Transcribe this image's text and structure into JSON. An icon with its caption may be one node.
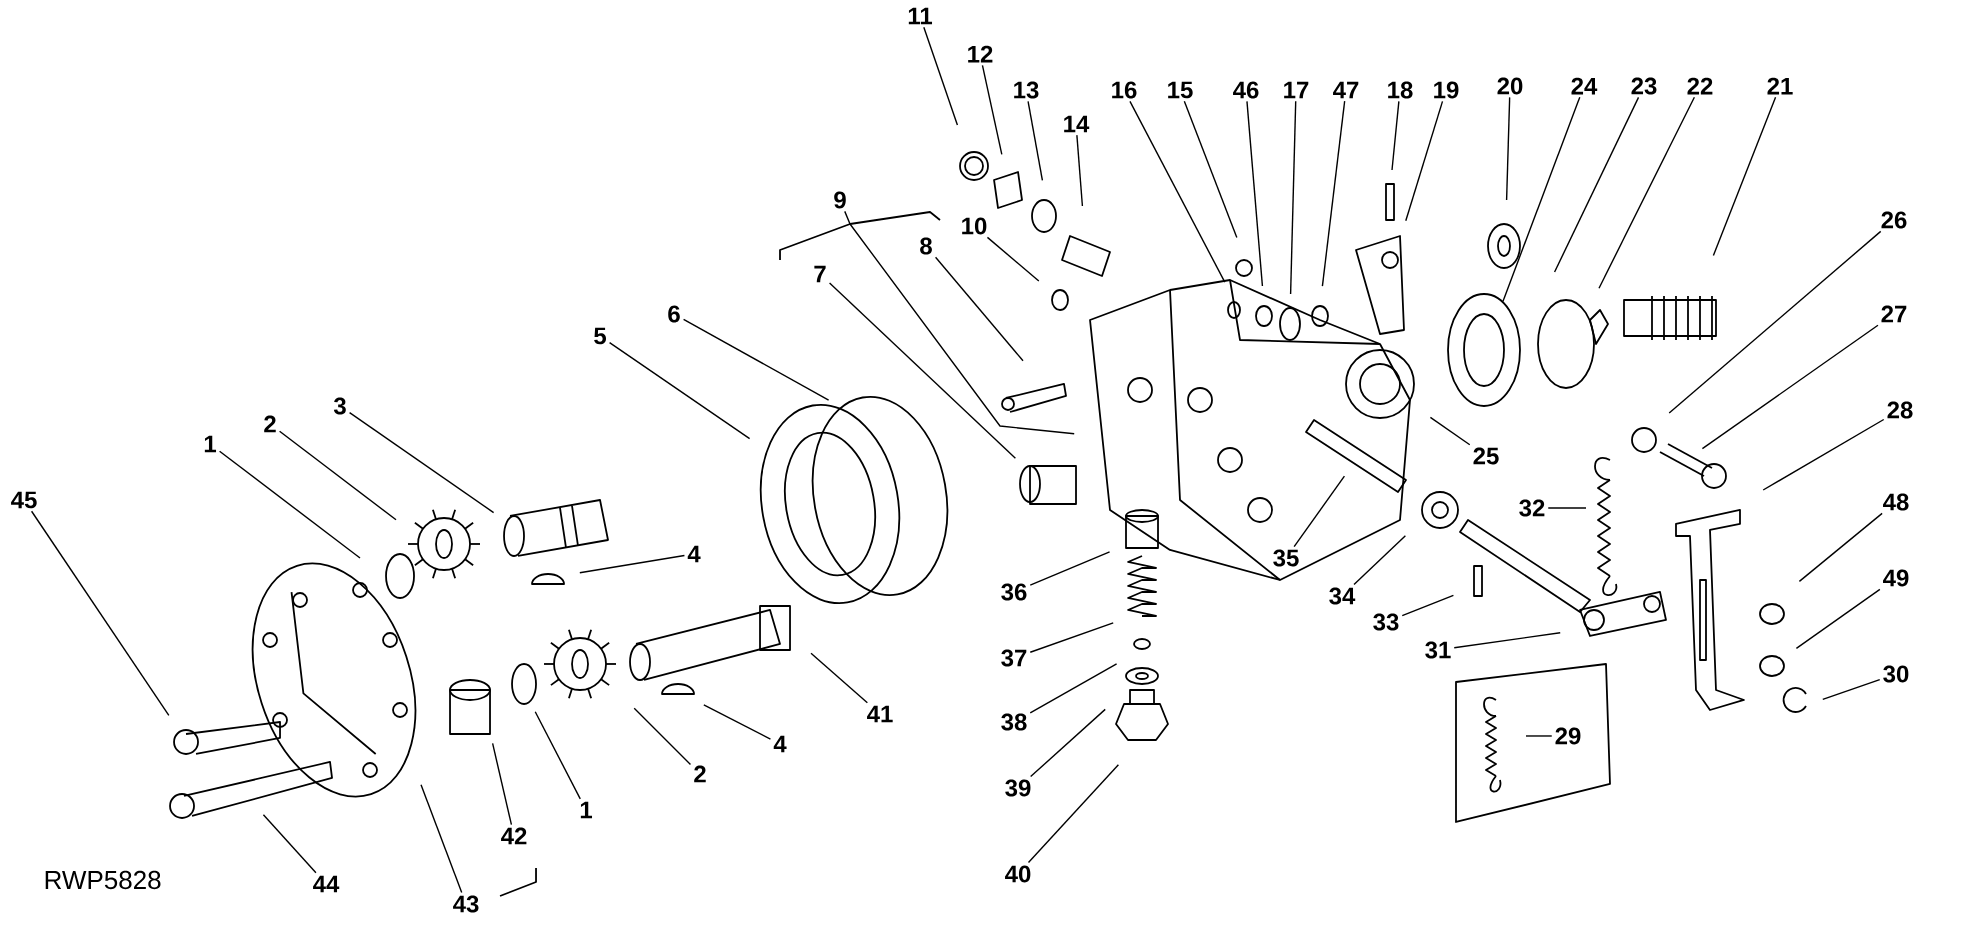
{
  "diagram": {
    "nodes": [
      {
        "text": [
          "11"
        ]
      },
      {
        "text": [
          "12"
        ]
      },
      {
        "text": [
          "13"
        ]
      },
      {
        "text": [
          "14"
        ]
      },
      {
        "text": [
          "16"
        ]
      },
      {
        "text": [
          "15"
        ]
      },
      {
        "text": [
          "46"
        ]
      },
      {
        "text": [
          "17"
        ]
      },
      {
        "text": [
          "47"
        ]
      },
      {
        "text": [
          "18"
        ]
      },
      {
        "text": [
          "19"
        ]
      },
      {
        "text": [
          "20"
        ]
      },
      {
        "text": [
          "24"
        ]
      },
      {
        "text": [
          "23"
        ]
      },
      {
        "text": [
          "22"
        ]
      },
      {
        "text": [
          "21"
        ]
      },
      {
        "text": [
          "9"
        ]
      },
      {
        "text": [
          "10"
        ]
      },
      {
        "text": [
          "8"
        ]
      },
      {
        "text": [
          "7"
        ]
      },
      {
        "text": [
          "6"
        ]
      },
      {
        "text": [
          "5"
        ]
      },
      {
        "text": [
          "26"
        ]
      },
      {
        "text": [
          "27"
        ]
      },
      {
        "text": [
          "3"
        ]
      },
      {
        "text": [
          "2"
        ]
      },
      {
        "text": [
          "1"
        ]
      },
      {
        "text": [
          "28"
        ]
      },
      {
        "text": [
          "25"
        ]
      },
      {
        "text": [
          "45"
        ]
      },
      {
        "text": [
          "32"
        ]
      },
      {
        "text": [
          "4"
        ]
      },
      {
        "text": [
          "35"
        ]
      },
      {
        "text": [
          "34"
        ]
      },
      {
        "text": [
          "48"
        ]
      },
      {
        "text": [
          "36"
        ]
      },
      {
        "text": [
          "33"
        ]
      },
      {
        "text": [
          "49"
        ]
      },
      {
        "text": [
          "31"
        ]
      },
      {
        "text": [
          "37"
        ]
      },
      {
        "text": [
          "30"
        ]
      },
      {
        "text": [
          "41"
        ]
      },
      {
        "text": [
          "38"
        ]
      },
      {
        "text": [
          "29"
        ]
      },
      {
        "text": [
          "4"
        ]
      },
      {
        "text": [
          "2"
        ]
      },
      {
        "text": [
          "39"
        ]
      },
      {
        "text": [
          "1"
        ]
      },
      {
        "text": [
          "42"
        ]
      },
      {
        "text": [
          "40"
        ]
      },
      {
        "text": [
          "44"
        ]
      },
      {
        "text": [
          "43"
        ]
      }
    ],
    "edges": [
      {
        "from": 0,
        "to": null,
        "arrow": "none"
      },
      {
        "from": 1,
        "to": null,
        "arrow": "none"
      },
      {
        "from": 2,
        "to": null,
        "arrow": "none"
      },
      {
        "from": 3,
        "to": null,
        "arrow": "none"
      },
      {
        "from": 4,
        "to": null,
        "arrow": "none"
      },
      {
        "from": 5,
        "to": null,
        "arrow": "none"
      },
      {
        "from": 6,
        "to": null,
        "arrow": "none"
      },
      {
        "from": 7,
        "to": null,
        "arrow": "none"
      },
      {
        "from": 8,
        "to": null,
        "arrow": "none"
      },
      {
        "from": 9,
        "to": null,
        "arrow": "none"
      },
      {
        "from": 10,
        "to": null,
        "arrow": "none"
      },
      {
        "from": 11,
        "to": null,
        "arrow": "none"
      },
      {
        "from": 12,
        "to": null,
        "arrow": "none"
      },
      {
        "from": 13,
        "to": null,
        "arrow": "none"
      },
      {
        "from": 14,
        "to": null,
        "arrow": "none"
      },
      {
        "from": 15,
        "to": null,
        "arrow": "none"
      },
      {
        "from": 16,
        "to": null,
        "arrow": "none"
      },
      {
        "from": 17,
        "to": null,
        "arrow": "none"
      },
      {
        "from": 18,
        "to": null,
        "arrow": "none"
      },
      {
        "from": 19,
        "to": null,
        "arrow": "none"
      },
      {
        "from": 20,
        "to": null,
        "arrow": "none"
      },
      {
        "from": 21,
        "to": null,
        "arrow": "none"
      },
      {
        "from": 22,
        "to": null,
        "arrow": "none"
      },
      {
        "from": 23,
        "to": null,
        "arrow": "none"
      },
      {
        "from": 24,
        "to": null,
        "arrow": "none"
      },
      {
        "from": 25,
        "to": null,
        "arrow": "none"
      },
      {
        "from": 26,
        "to": null,
        "arrow": "none"
      },
      {
        "from": 27,
        "to": null,
        "arrow": "none"
      },
      {
        "from": 28,
        "to": null,
        "arrow": "none"
      },
      {
        "from": 29,
        "to": null,
        "arrow": "none"
      },
      {
        "from": 30,
        "to": null,
        "arrow": "none"
      },
      {
        "from": 31,
        "to": null,
        "arrow": "none"
      },
      {
        "from": 32,
        "to": null,
        "arrow": "none"
      },
      {
        "from": 33,
        "to": null,
        "arrow": "none"
      },
      {
        "from": 34,
        "to": null,
        "arrow": "none"
      },
      {
        "from": 35,
        "to": null,
        "arrow": "none"
      },
      {
        "from": 36,
        "to": null,
        "arrow": "none"
      },
      {
        "from": 37,
        "to": null,
        "arrow": "none"
      },
      {
        "from": 38,
        "to": null,
        "arrow": "none"
      },
      {
        "from": 39,
        "to": null,
        "arrow": "none"
      },
      {
        "from": 40,
        "to": null,
        "arrow": "none"
      },
      {
        "from": 41,
        "to": null,
        "arrow": "none"
      },
      {
        "from": 42,
        "to": null,
        "arrow": "none"
      },
      {
        "from": 43,
        "to": null,
        "arrow": "none"
      },
      {
        "from": 44,
        "to": null,
        "arrow": "none"
      },
      {
        "from": 45,
        "to": null,
        "arrow": "none"
      },
      {
        "from": 46,
        "to": null,
        "arrow": "none"
      },
      {
        "from": 47,
        "to": null,
        "arrow": "none"
      },
      {
        "from": 48,
        "to": null,
        "arrow": "none"
      },
      {
        "from": 49,
        "to": null,
        "arrow": "none"
      },
      {
        "from": 50,
        "to": null,
        "arrow": "none"
      },
      {
        "from": 51,
        "to": null,
        "arrow": "none"
      }
    ],
    "labels": [
      "RWP5828"
    ]
  }
}
